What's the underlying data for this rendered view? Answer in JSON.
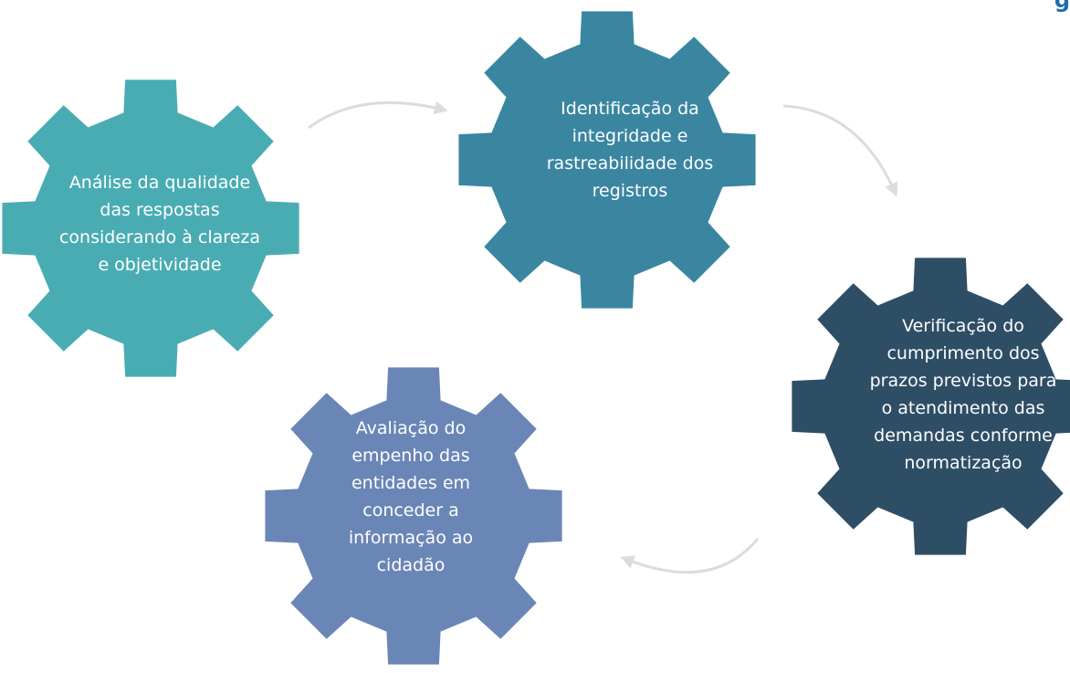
{
  "cycle": {
    "corner_mark": "g",
    "gears": [
      {
        "id": "gear-analysis",
        "color": "#4aacb3",
        "lines": [
          "Análise da qualidade",
          "das respostas",
          "considerando à clareza",
          "e objetividade"
        ]
      },
      {
        "id": "gear-identification",
        "color": "#3a86a1",
        "lines": [
          "Identificação da",
          "integridade e",
          "rastreabilidade dos",
          "registros"
        ]
      },
      {
        "id": "gear-verification",
        "color": "#2e4e66",
        "lines": [
          "Verificação do",
          "cumprimento dos",
          "prazos previstos para",
          "o atendimento das",
          "demandas conforme",
          "normatização"
        ]
      },
      {
        "id": "gear-evaluation",
        "color": "#6a86b6",
        "lines": [
          "Avaliação do",
          "empenho das",
          "entidades em",
          "conceder a",
          "informação ao",
          "cidadão"
        ]
      }
    ],
    "arrow_color": "#dcdcdc"
  }
}
